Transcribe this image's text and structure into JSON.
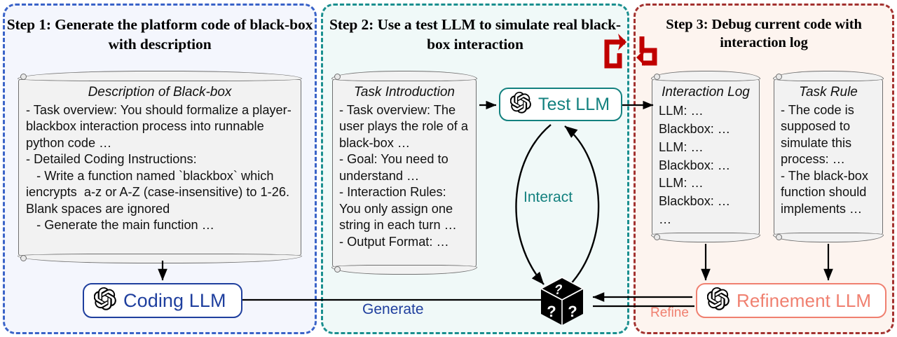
{
  "panels": [
    {
      "id": "step1",
      "title": "Step 1: Generate the platform code of black-box with description",
      "accent": "#3a63c8",
      "background": "#f4f6fd"
    },
    {
      "id": "step2",
      "title": "Step 2: Use a test LLM to simulate real black-box interaction",
      "accent": "#1a8f8f",
      "background": "#f0f9f8"
    },
    {
      "id": "step3",
      "title": "Step 3: Debug current code with interaction log",
      "accent": "#a33230",
      "background": "#fdf4ef"
    }
  ],
  "cards": {
    "description": {
      "heading": "Description of Black-box",
      "body": "- Task overview: You should formalize a player-blackbox interaction process into runnable python code …\n- Detailed Coding Instructions:\n   - Write a function named `blackbox` which iencrypts  a-z or A-Z (case-insensitive) to 1-26. Blank spaces are ignored\n   - Generate the main function …"
    },
    "task_introduction": {
      "heading": "Task Introduction",
      "body": "- Task overview: The user plays the role of a black-box …\n- Goal: You need to understand …\n- Interaction Rules: You only assign one string in each turn …\n- Output Format: …"
    },
    "interaction_log": {
      "heading": "Interaction Log",
      "body": "LLM: …\nBlackbox: …\nLLM: …\nBlackbox: …\nLLM: …\nBlackbox: …\n…"
    },
    "task_rule": {
      "heading": "Task Rule",
      "body": "- The code is supposed to simulate this process: …\n- The black-box function should implements …"
    }
  },
  "nodes": {
    "coding_llm": {
      "label": "Coding LLM",
      "color": "#1f3f9e",
      "icon": "openai-logo-icon"
    },
    "test_llm": {
      "label": "Test LLM",
      "color": "#13817f",
      "icon": "openai-logo-icon"
    },
    "refinement_llm": {
      "label": "Refinement LLM",
      "color": "#f08070",
      "icon": "openai-logo-icon"
    },
    "black_box": {
      "icon": "question-mark-cube-icon",
      "color": "#000000"
    }
  },
  "edges": {
    "generate": {
      "label": "Generate",
      "color": "#1f3f9e"
    },
    "interact": {
      "label": "Interact",
      "color": "#13817f"
    },
    "refine": {
      "label": "Refine",
      "color": "#f08070"
    },
    "loop": {
      "icon": "red-loop-arrow-icon",
      "color": "#c00000"
    }
  }
}
